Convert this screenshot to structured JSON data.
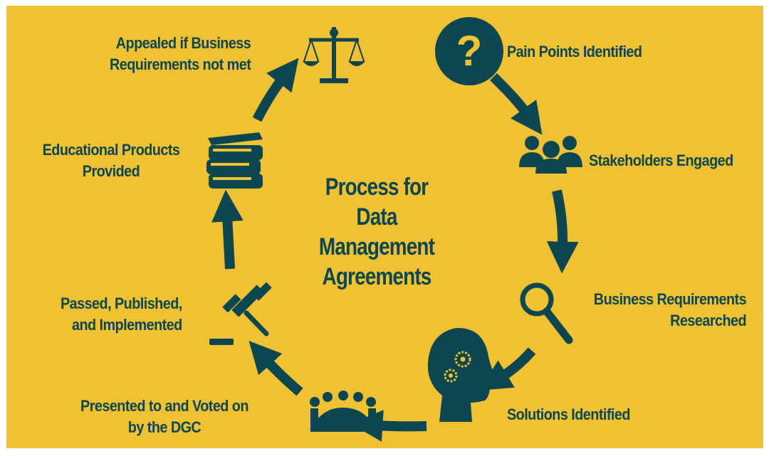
{
  "title": [
    "Process for",
    "Data",
    "Management",
    "Agreements"
  ],
  "steps": [
    {
      "icon": "question-icon",
      "lines": [
        "Pain Points Identified"
      ]
    },
    {
      "icon": "people-icon",
      "lines": [
        "Stakeholders Engaged"
      ]
    },
    {
      "icon": "magnifier-icon",
      "lines": [
        "Business Requirements",
        "Researched"
      ]
    },
    {
      "icon": "head-gears-icon",
      "lines": [
        "Solutions Identified"
      ]
    },
    {
      "icon": "meeting-table-icon",
      "lines": [
        "Presented to and Voted on",
        "by the DGC"
      ]
    },
    {
      "icon": "gavel-icon",
      "lines": [
        "Passed, Published,",
        "and Implemented"
      ]
    },
    {
      "icon": "books-icon",
      "lines": [
        "Educational Products",
        "Provided"
      ]
    },
    {
      "icon": "scales-icon",
      "lines": [
        "Appealed if Business",
        "Requirements not met"
      ]
    }
  ],
  "colors": {
    "background": "#f0c233",
    "foreground": "#0b4651"
  }
}
